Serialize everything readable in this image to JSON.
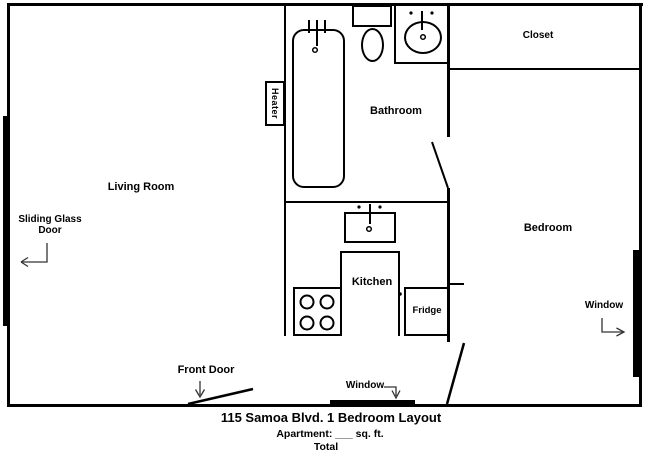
{
  "colors": {
    "line": "#000000",
    "background": "#ffffff",
    "arrow": "#333333"
  },
  "rooms": {
    "living_room": "Living Room",
    "bathroom": "Bathroom",
    "bedroom": "Bedroom",
    "kitchen": "Kitchen",
    "closet": "Closet"
  },
  "fixtures": {
    "fridge": "Fridge",
    "heater": "Heater"
  },
  "annotations": {
    "sliding_glass_door_line1": "Sliding Glass",
    "sliding_glass_door_line2": "Door",
    "front_door": "Front Door",
    "window_bottom": "Window",
    "window_bedroom": "Window"
  },
  "footer": {
    "title": "115 Samoa Blvd. 1 Bedroom Layout",
    "apartment_area": "Apartment: ___ sq. ft.",
    "total": "Total"
  }
}
